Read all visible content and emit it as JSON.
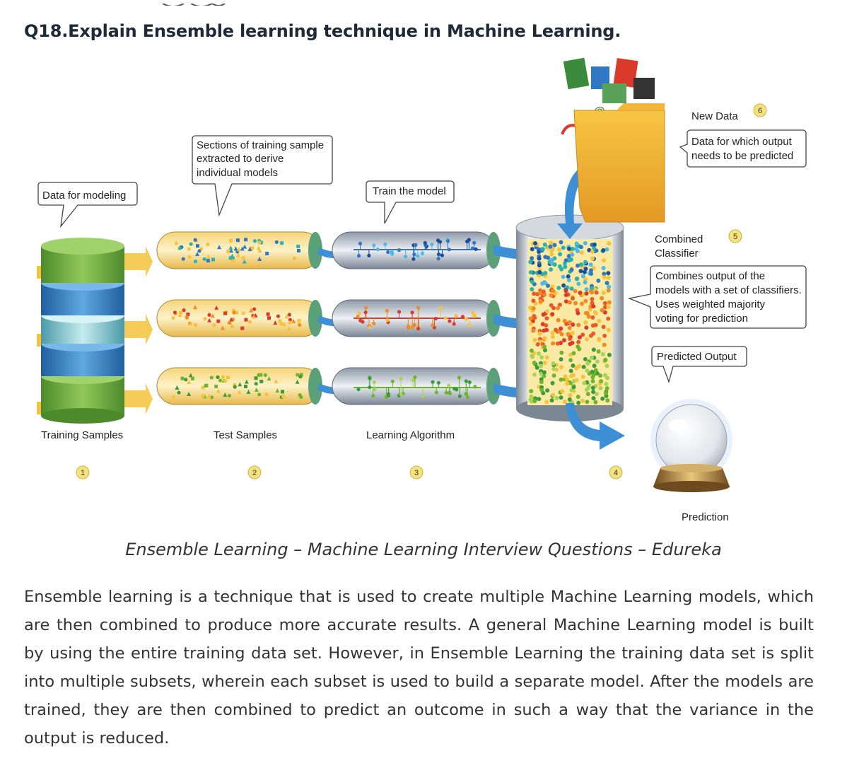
{
  "heading": "Q18.Explain Ensemble learning technique in Machine Learning.",
  "figure": {
    "callouts": {
      "data_for_modeling": "Data for modeling",
      "sections_line1": "Sections of training sample",
      "sections_line2": "extracted to derive",
      "sections_line3": "individual models",
      "train_model": "Train the model",
      "new_data": "New Data",
      "new_data_desc_line1": "Data for which output",
      "new_data_desc_line2": "needs to be predicted",
      "combined_line1": "Combined",
      "combined_line2": "Classifier",
      "combines_line1": "Combines output of the",
      "combines_line2": "models with a set of classifiers.",
      "combines_line3": "Uses weighted majority",
      "combines_line4": "voting for prediction",
      "predicted_output": "Predicted Output"
    },
    "stage_labels": {
      "training_samples": "Training Samples",
      "test_samples": "Test Samples",
      "learning_algorithm": "Learning Algorithm",
      "prediction": "Prediction"
    },
    "step_numbers": [
      "1",
      "2",
      "3",
      "4",
      "5",
      "6"
    ],
    "colors": {
      "blue": "#2f79c4",
      "red": "#d93a2b",
      "green": "#6fb52c",
      "yellow": "#f5c33b",
      "badge": "#f6e27a",
      "arrow": "#3d8fd6"
    }
  },
  "caption": "Ensemble Learning – Machine Learning Interview Questions – Edureka",
  "body": "Ensemble learning is a technique that is used to create multiple Machine Learning models, which are then combined to produce more accurate results. A general Machine Learning model is built by using the entire training data set. However, in Ensemble Learning the training data set is split into multiple subsets, wherein each subset is used to build a separate model. After the models are trained, they are then combined to predict an outcome in such a way that the variance in the output is reduced."
}
